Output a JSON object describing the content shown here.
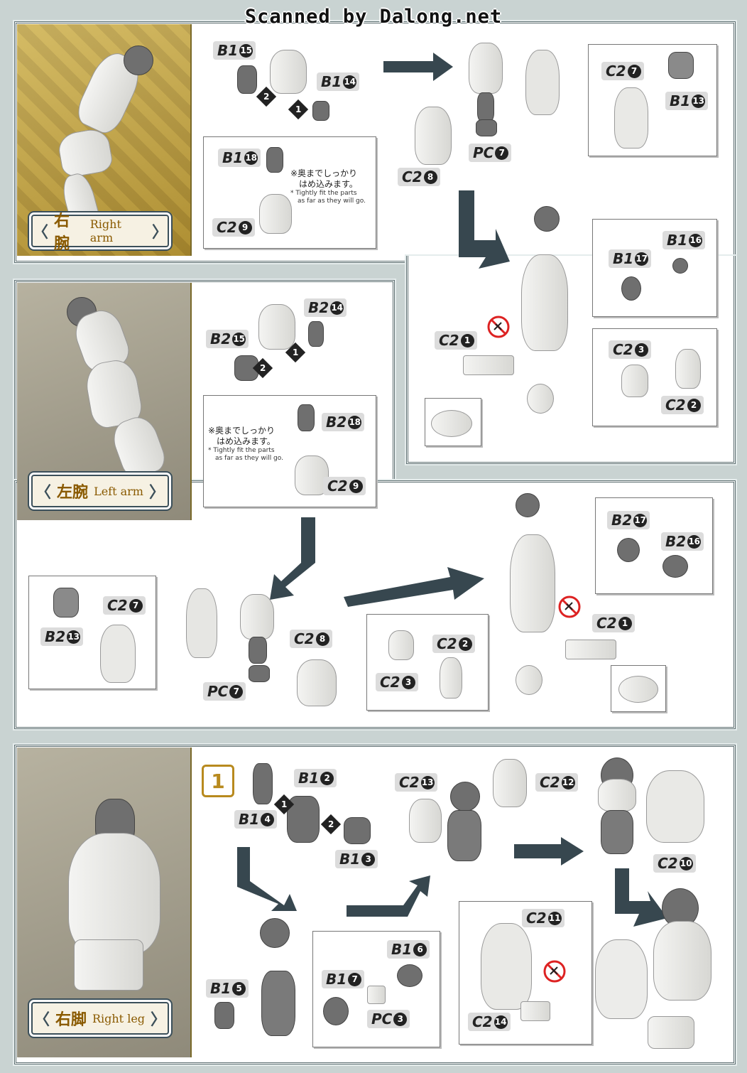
{
  "header": {
    "scanner_credit": "Scanned by Dalong.net"
  },
  "sections": {
    "right_arm": {
      "jp": "右腕",
      "en": "Right arm"
    },
    "left_arm": {
      "jp": "左腕",
      "en": "Left arm"
    },
    "right_leg": {
      "jp": "右脚",
      "en": "Right leg"
    }
  },
  "notes": {
    "fit_jp_1": "※奥までしっかり",
    "fit_jp_2": "はめ込みます。",
    "fit_en_1": "* Tightly fit the parts",
    "fit_en_2": "as far as they will go."
  },
  "step_badge": "1",
  "parts": {
    "ra_b1_15": {
      "p": "B1",
      "n": "15"
    },
    "ra_b1_14": {
      "p": "B1",
      "n": "14"
    },
    "ra_b1_18": {
      "p": "B1",
      "n": "18"
    },
    "ra_c2_9": {
      "p": "C2",
      "n": "9"
    },
    "ra_c2_8": {
      "p": "C2",
      "n": "8"
    },
    "ra_pc_7": {
      "p": "PC",
      "n": "7"
    },
    "ra_c2_7": {
      "p": "C2",
      "n": "7"
    },
    "ra_b1_13": {
      "p": "B1",
      "n": "13"
    },
    "ra_b1_16": {
      "p": "B1",
      "n": "16"
    },
    "ra_b1_17": {
      "p": "B1",
      "n": "17"
    },
    "ra_c2_1": {
      "p": "C2",
      "n": "1"
    },
    "ra_c2_3": {
      "p": "C2",
      "n": "3"
    },
    "ra_c2_2": {
      "p": "C2",
      "n": "2"
    },
    "la_b2_14": {
      "p": "B2",
      "n": "14"
    },
    "la_b2_15": {
      "p": "B2",
      "n": "15"
    },
    "la_b2_18": {
      "p": "B2",
      "n": "18"
    },
    "la_c2_9": {
      "p": "C2",
      "n": "9"
    },
    "la_c2_7": {
      "p": "C2",
      "n": "7"
    },
    "la_b2_13": {
      "p": "B2",
      "n": "13"
    },
    "la_c2_8": {
      "p": "C2",
      "n": "8"
    },
    "la_pc_7": {
      "p": "PC",
      "n": "7"
    },
    "la_b2_17": {
      "p": "B2",
      "n": "17"
    },
    "la_b2_16": {
      "p": "B2",
      "n": "16"
    },
    "la_c2_1": {
      "p": "C2",
      "n": "1"
    },
    "la_c2_2": {
      "p": "C2",
      "n": "2"
    },
    "la_c2_3": {
      "p": "C2",
      "n": "3"
    },
    "rl_b1_2": {
      "p": "B1",
      "n": "2"
    },
    "rl_b1_4": {
      "p": "B1",
      "n": "4"
    },
    "rl_b1_3": {
      "p": "B1",
      "n": "3"
    },
    "rl_c2_13": {
      "p": "C2",
      "n": "13"
    },
    "rl_c2_12": {
      "p": "C2",
      "n": "12"
    },
    "rl_c2_10": {
      "p": "C2",
      "n": "10"
    },
    "rl_b1_6": {
      "p": "B1",
      "n": "6"
    },
    "rl_b1_7": {
      "p": "B1",
      "n": "7"
    },
    "rl_pc_3": {
      "p": "PC",
      "n": "3"
    },
    "rl_b1_5": {
      "p": "B1",
      "n": "5"
    },
    "rl_c2_11": {
      "p": "C2",
      "n": "11"
    },
    "rl_c2_14": {
      "p": "C2",
      "n": "14"
    }
  },
  "steps": {
    "one": "1",
    "two": "2"
  },
  "colors": {
    "frame": "#5c6e70",
    "arrow": "#37474f",
    "gold": "#b88a1e",
    "tag_bg": "#dcdcdc"
  }
}
